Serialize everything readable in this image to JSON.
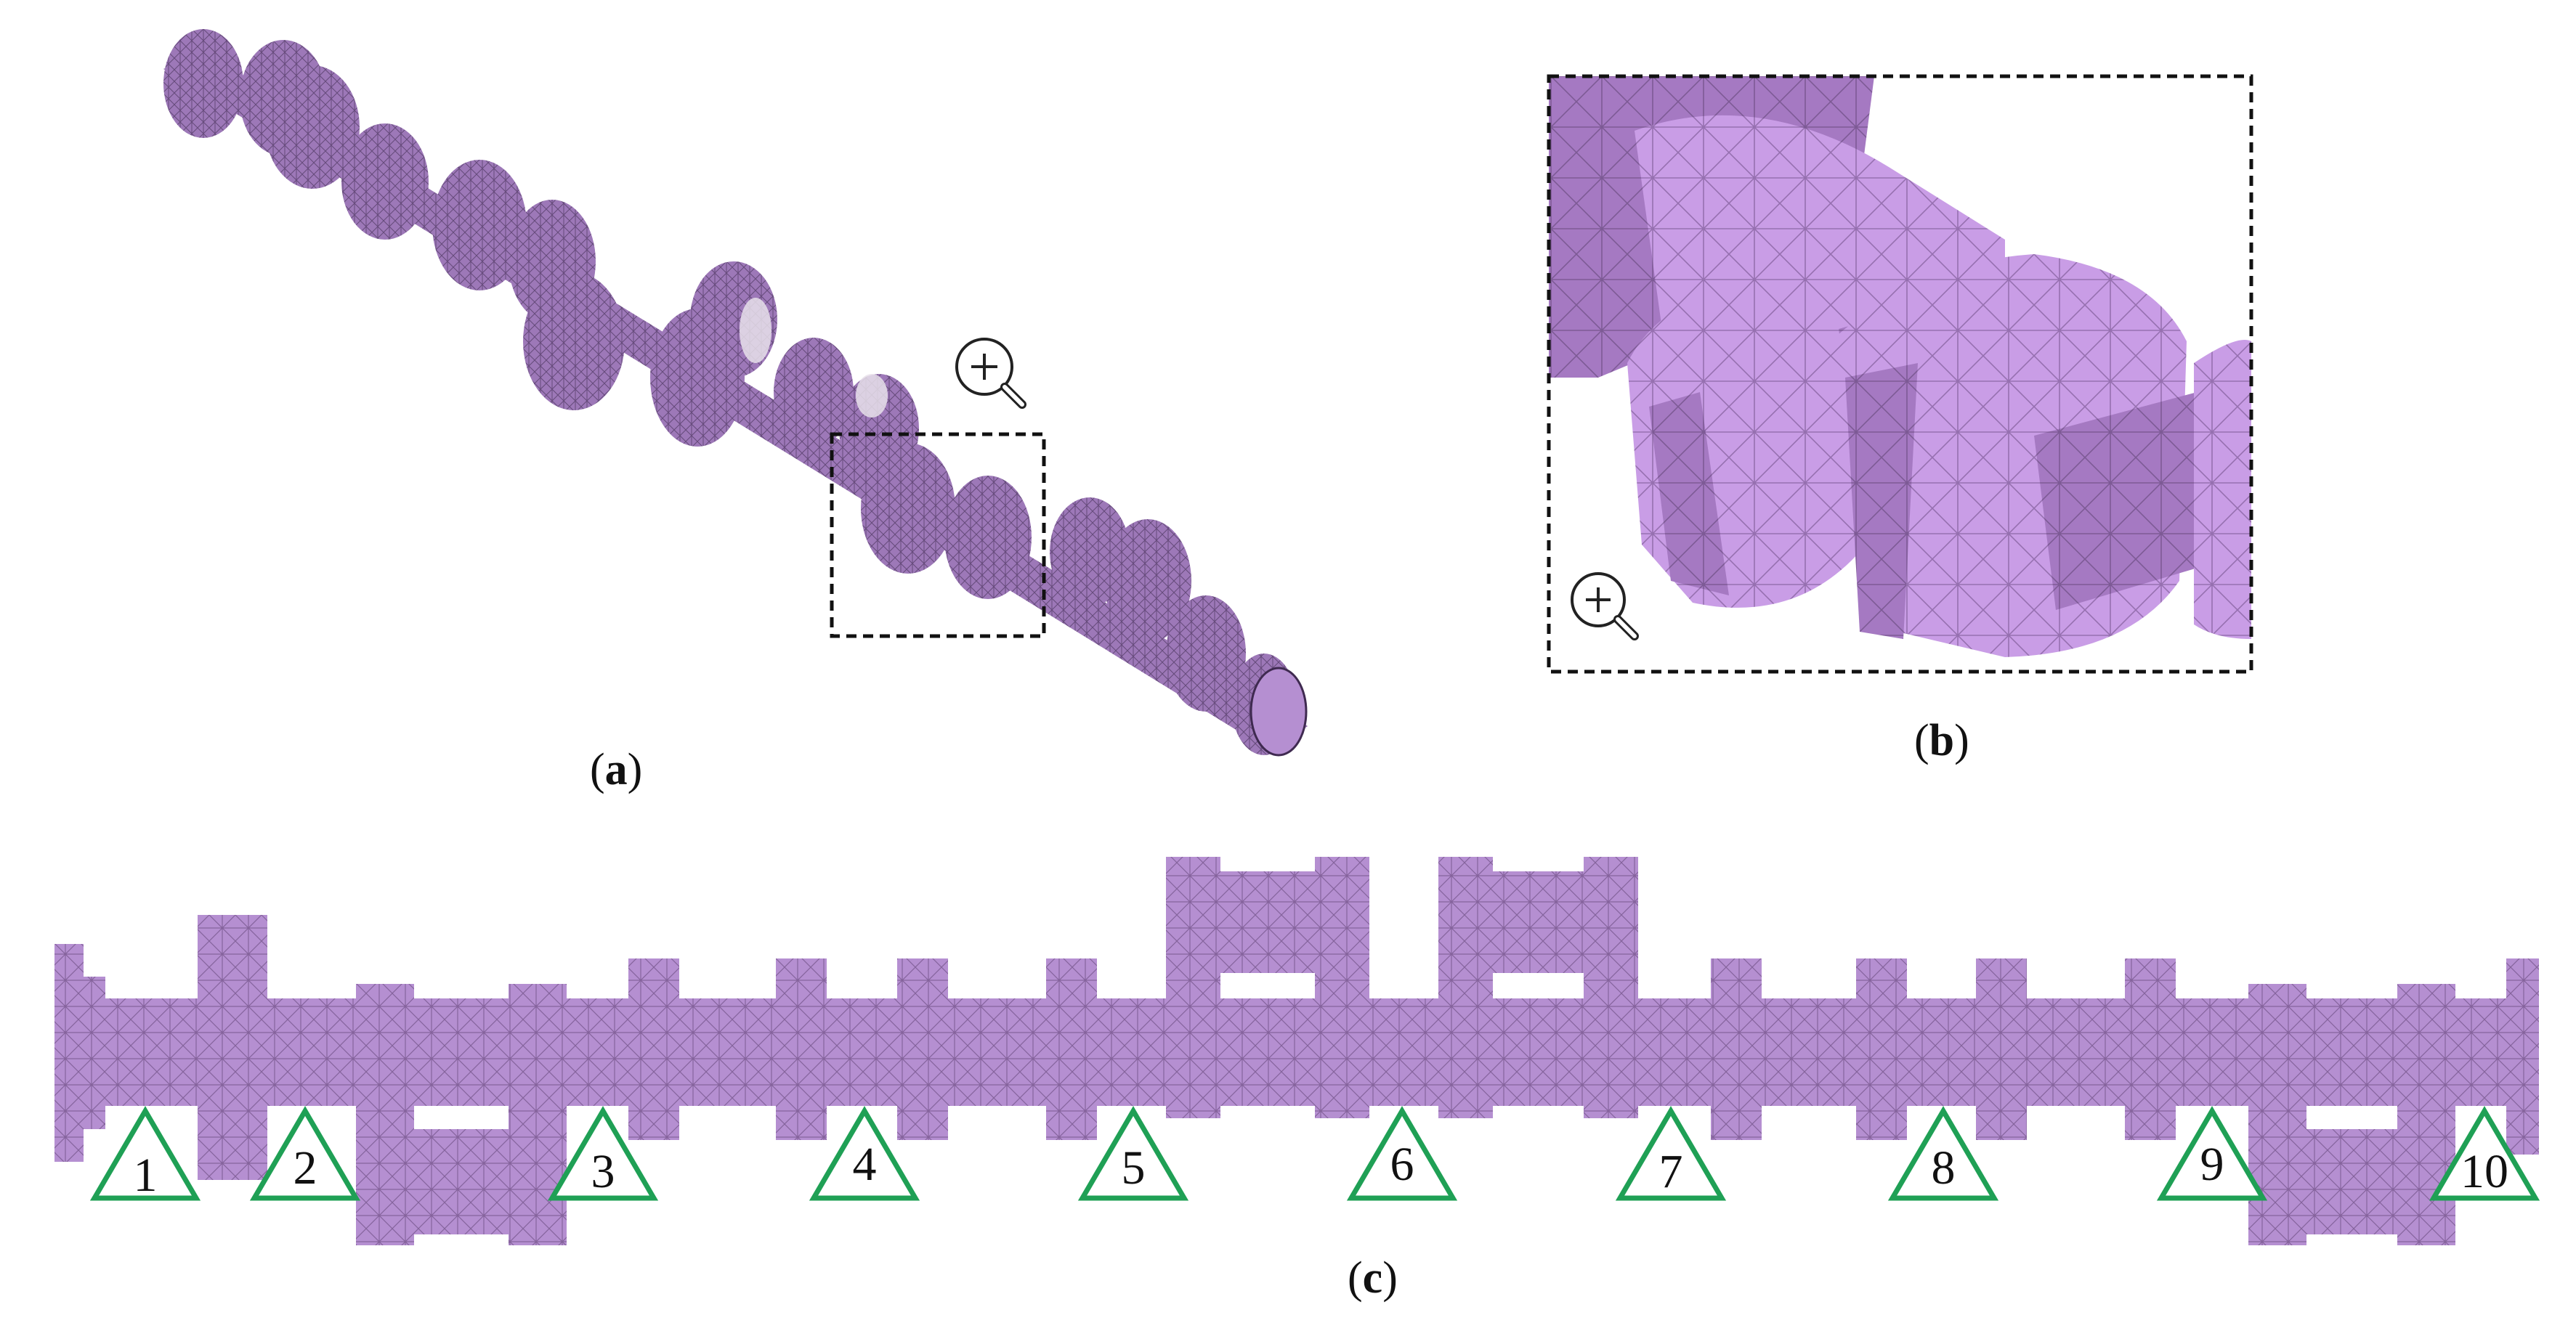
{
  "colors": {
    "mesh_fill": "#b58fd1",
    "mesh_dark": "#8f6aa8",
    "mesh_light": "#d8b6ef",
    "mesh_line": "#5c3f70",
    "marker_stroke": "#1fa055",
    "dashed_box": "#111111"
  },
  "icons": {
    "zoom_a": "zoom-in-magnifier-icon",
    "zoom_b": "zoom-in-magnifier-icon"
  },
  "panels": {
    "a": {
      "open": "(",
      "letter": "a",
      "close": ")"
    },
    "b": {
      "open": "(",
      "letter": "b",
      "close": ")"
    },
    "c": {
      "open": "(",
      "letter": "c",
      "close": ")"
    }
  },
  "markers": [
    "1",
    "2",
    "3",
    "4",
    "5",
    "6",
    "7",
    "8",
    "9",
    "10"
  ]
}
